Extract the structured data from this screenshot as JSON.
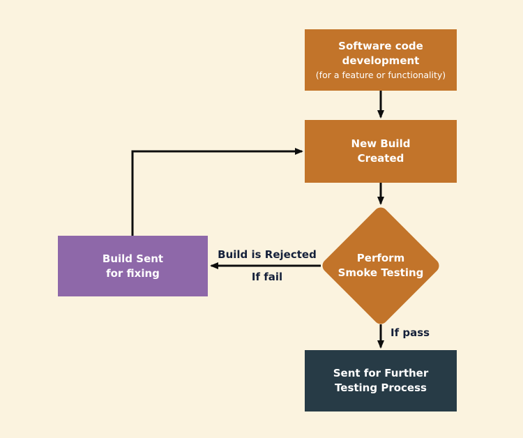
{
  "diagram": {
    "nodes": {
      "dev": {
        "title": "Software code development",
        "subtitle": "(for a feature or functionality)"
      },
      "build": {
        "label": "New  Build\nCreated"
      },
      "smoke": {
        "label": "Perform\nSmoke Testing"
      },
      "fixing": {
        "label": "Build Sent\nfor fixing"
      },
      "further": {
        "label": "Sent for Further\nTesting Process"
      }
    },
    "edge_labels": {
      "rejected": "Build is Rejected",
      "fail": "If fail",
      "pass": "If pass"
    },
    "colors": {
      "background": "#FBF3DF",
      "orange": "#C2742A",
      "purple": "#8E68A9",
      "dark": "#273B46",
      "arrow": "#0D0D0D",
      "node_text": "#FFFFFF",
      "label_text": "#15203A"
    }
  }
}
